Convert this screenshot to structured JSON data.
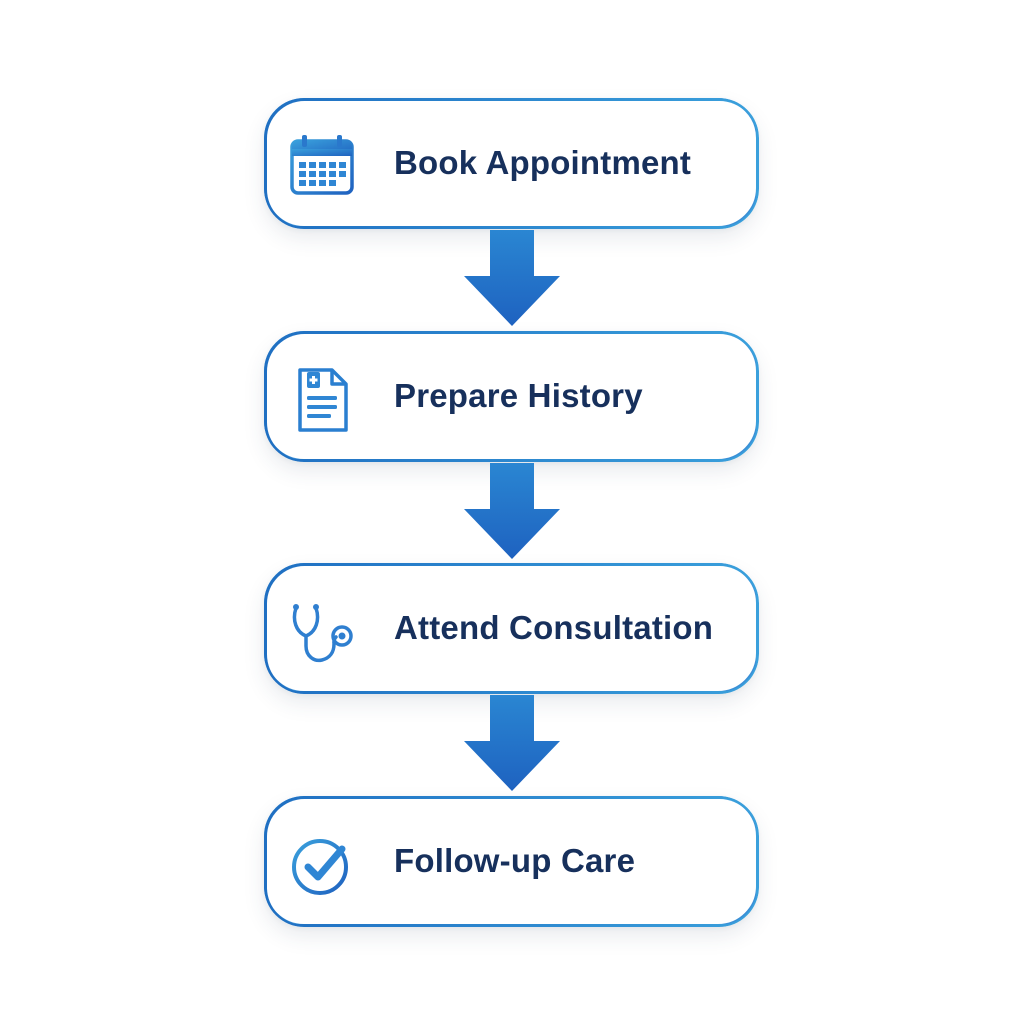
{
  "flow": {
    "steps": [
      {
        "label": "Book Appointment",
        "icon": "calendar-icon"
      },
      {
        "label": "Prepare History",
        "icon": "medical-document-icon"
      },
      {
        "label": "Attend Consultation",
        "icon": "stethoscope-icon"
      },
      {
        "label": "Follow-up Care",
        "icon": "check-circle-icon"
      }
    ],
    "connector": "down-arrow-icon"
  },
  "colors": {
    "border_start": "#1f6fc2",
    "border_end": "#3aa0dc",
    "arrow_top": "#2a86d2",
    "arrow_bottom": "#1e62c0",
    "label_text": "#17305c",
    "icon_primary": "#2f7fd0"
  }
}
